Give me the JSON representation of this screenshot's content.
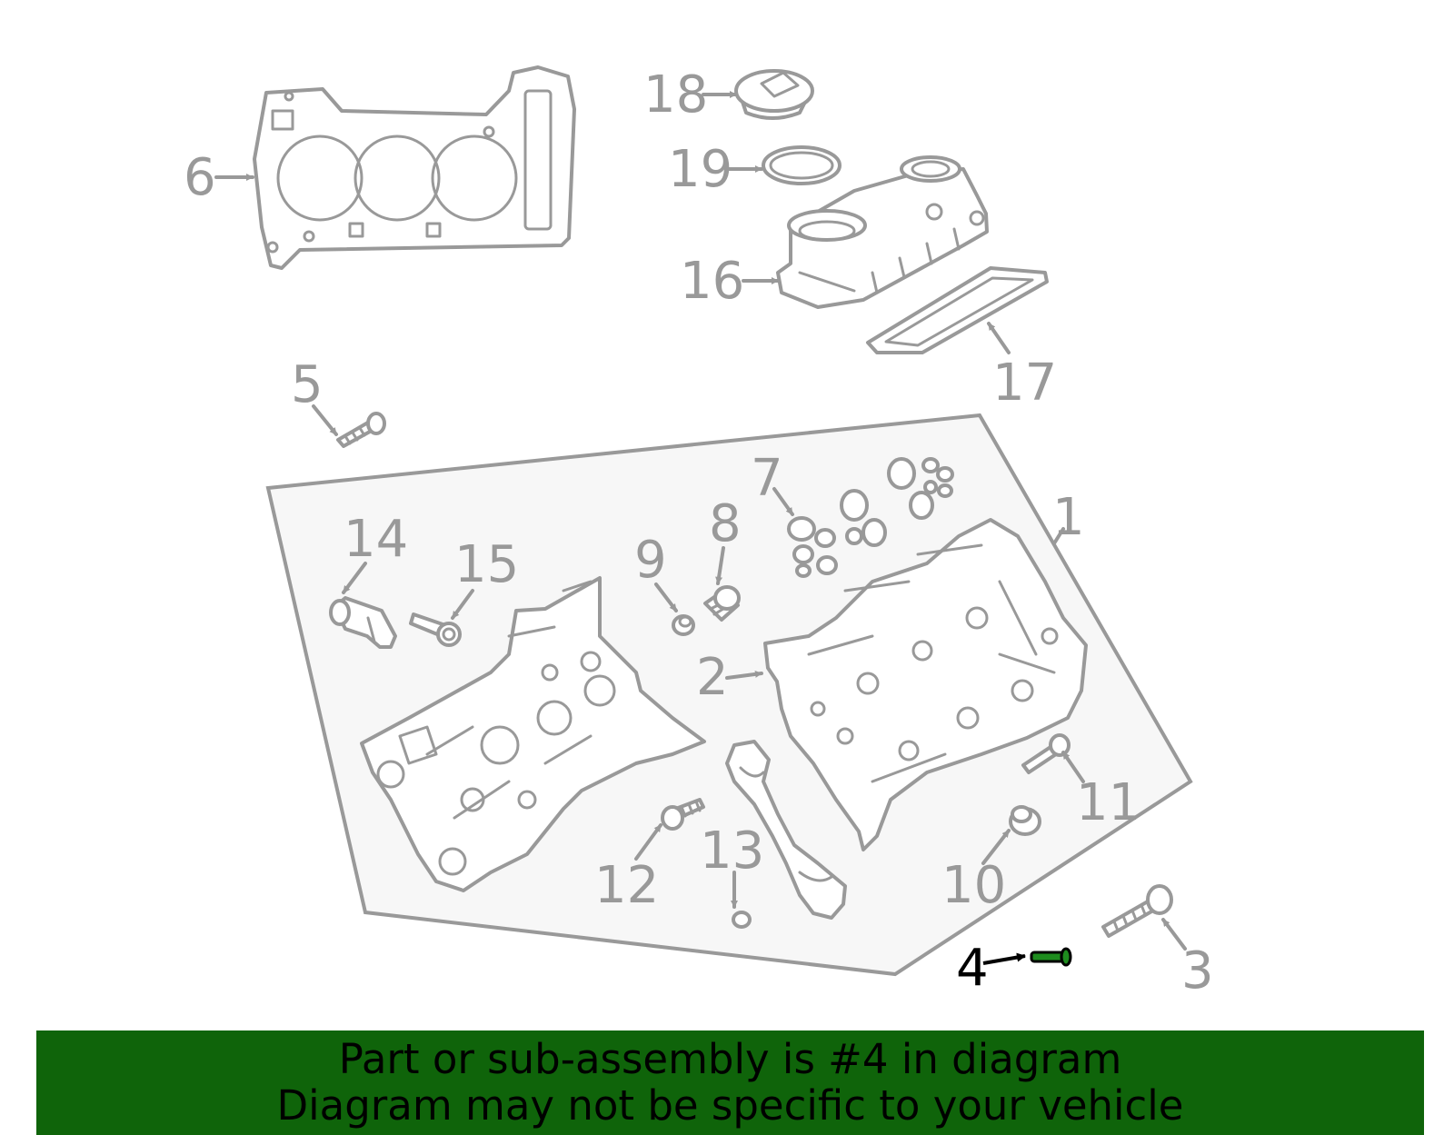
{
  "diagram": {
    "callouts": [
      "1",
      "2",
      "3",
      "4",
      "5",
      "6",
      "7",
      "8",
      "9",
      "10",
      "11",
      "12",
      "13",
      "14",
      "15",
      "16",
      "17",
      "18",
      "19"
    ],
    "highlighted_part": "4"
  },
  "banner": {
    "line1": "Part or sub-assembly is #4 in diagram",
    "line2": "Diagram may not be specific to your vehicle"
  },
  "colors": {
    "banner_bg": "#0f640a",
    "line_gray": "#999999",
    "highlight_part": "#1e8c1e",
    "panel_fill": "#f7f7f7"
  }
}
